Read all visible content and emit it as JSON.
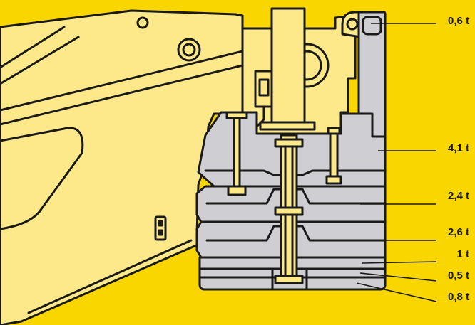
{
  "colors": {
    "background": "#f9d600",
    "boom_fill": "#fde98a",
    "counterweight_fill": "#cfcfd3",
    "outline": "#1a1a1a"
  },
  "labels": [
    {
      "id": "top-block",
      "text": "0,6 t"
    },
    {
      "id": "side-block",
      "text": "4,1 t"
    },
    {
      "id": "slab-1",
      "text": "2,4 t"
    },
    {
      "id": "slab-2",
      "text": "2,6 t"
    },
    {
      "id": "plate-1",
      "text": "1 t"
    },
    {
      "id": "plate-2",
      "text": "0,5 t"
    },
    {
      "id": "plate-3",
      "text": "0,8 t"
    }
  ]
}
